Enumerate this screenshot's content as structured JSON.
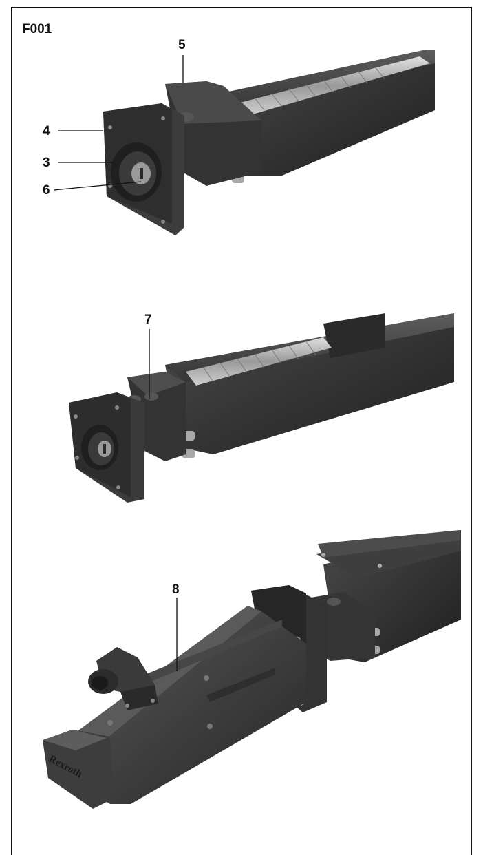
{
  "figure": {
    "id": "F001"
  },
  "callouts": {
    "c5": "5",
    "c4": "4",
    "c3": "3",
    "c6": "6",
    "c7": "7",
    "c8": "8"
  },
  "motor": {
    "brand_text": "Rexroth"
  },
  "colors": {
    "body_dark": "#2b2b2b",
    "body_mid": "#3a3a3a",
    "body_light": "#555555",
    "screw_metal": "#b8b8b8",
    "leader": "#111111"
  }
}
